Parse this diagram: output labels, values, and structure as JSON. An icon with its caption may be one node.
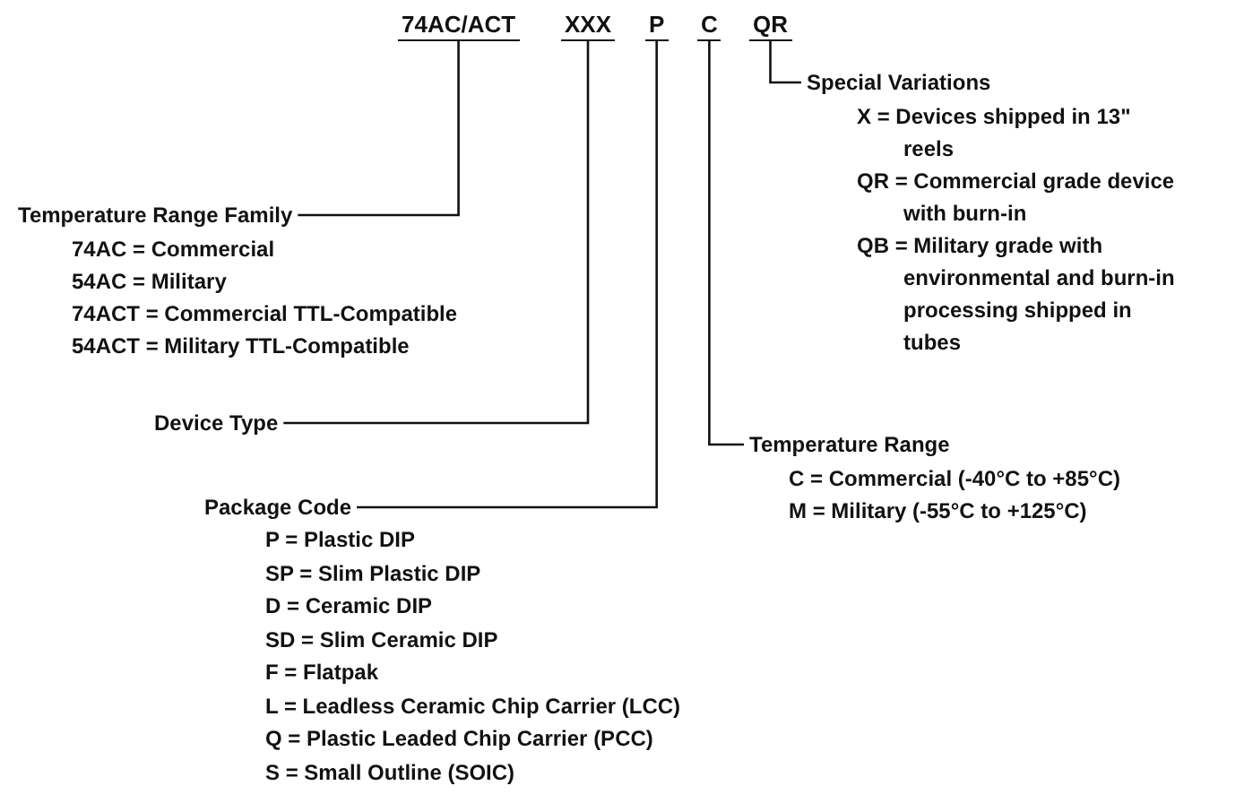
{
  "diagram": {
    "nodes": [
      {
        "text": [
          "74AC/ACT"
        ]
      },
      {
        "text": [
          "XXX"
        ]
      },
      {
        "text": [
          "P"
        ]
      },
      {
        "text": [
          "C"
        ]
      },
      {
        "text": [
          "QR"
        ]
      },
      {
        "text": [
          "Temperature Range Family"
        ],
        "beside": [
          "74AC = Commercial",
          "54AC = Military",
          "74ACT = Commercial TTL-Compatible",
          "54ACT = Military TTL-Compatible"
        ]
      },
      {
        "text": [
          "Device Type"
        ]
      },
      {
        "text": [
          "Package Code"
        ],
        "beside": [
          "P = Plastic DIP",
          "SP = Slim Plastic DIP",
          "D = Ceramic DIP",
          "SD = Slim Ceramic DIP",
          "F = Flatpak",
          "L = Leadless Ceramic Chip Carrier (LCC)",
          "Q = Plastic Leaded Chip Carrier (PCC)",
          "S = Small Outline (SOIC)"
        ]
      },
      {
        "text": [
          "Temperature Range"
        ],
        "beside": [
          "C = Commercial (-40°C to +85°C)",
          "M = Military (-55°C to +125°C)"
        ]
      },
      {
        "text": [
          "Special Variations"
        ],
        "beside": [
          "X = Devices shipped in 13\" reels",
          "QR = Commercial grade device with burn-in",
          "QB = Military grade with environmental and burn-in processing shipped in tubes"
        ]
      }
    ],
    "edges": [
      {
        "from": 0,
        "to": 5,
        "arrow": "none"
      },
      {
        "from": 1,
        "to": 6,
        "arrow": "none"
      },
      {
        "from": 2,
        "to": 7,
        "arrow": "none"
      },
      {
        "from": 3,
        "to": 8,
        "arrow": "none"
      },
      {
        "from": 4,
        "to": 9,
        "arrow": "none"
      }
    ]
  }
}
